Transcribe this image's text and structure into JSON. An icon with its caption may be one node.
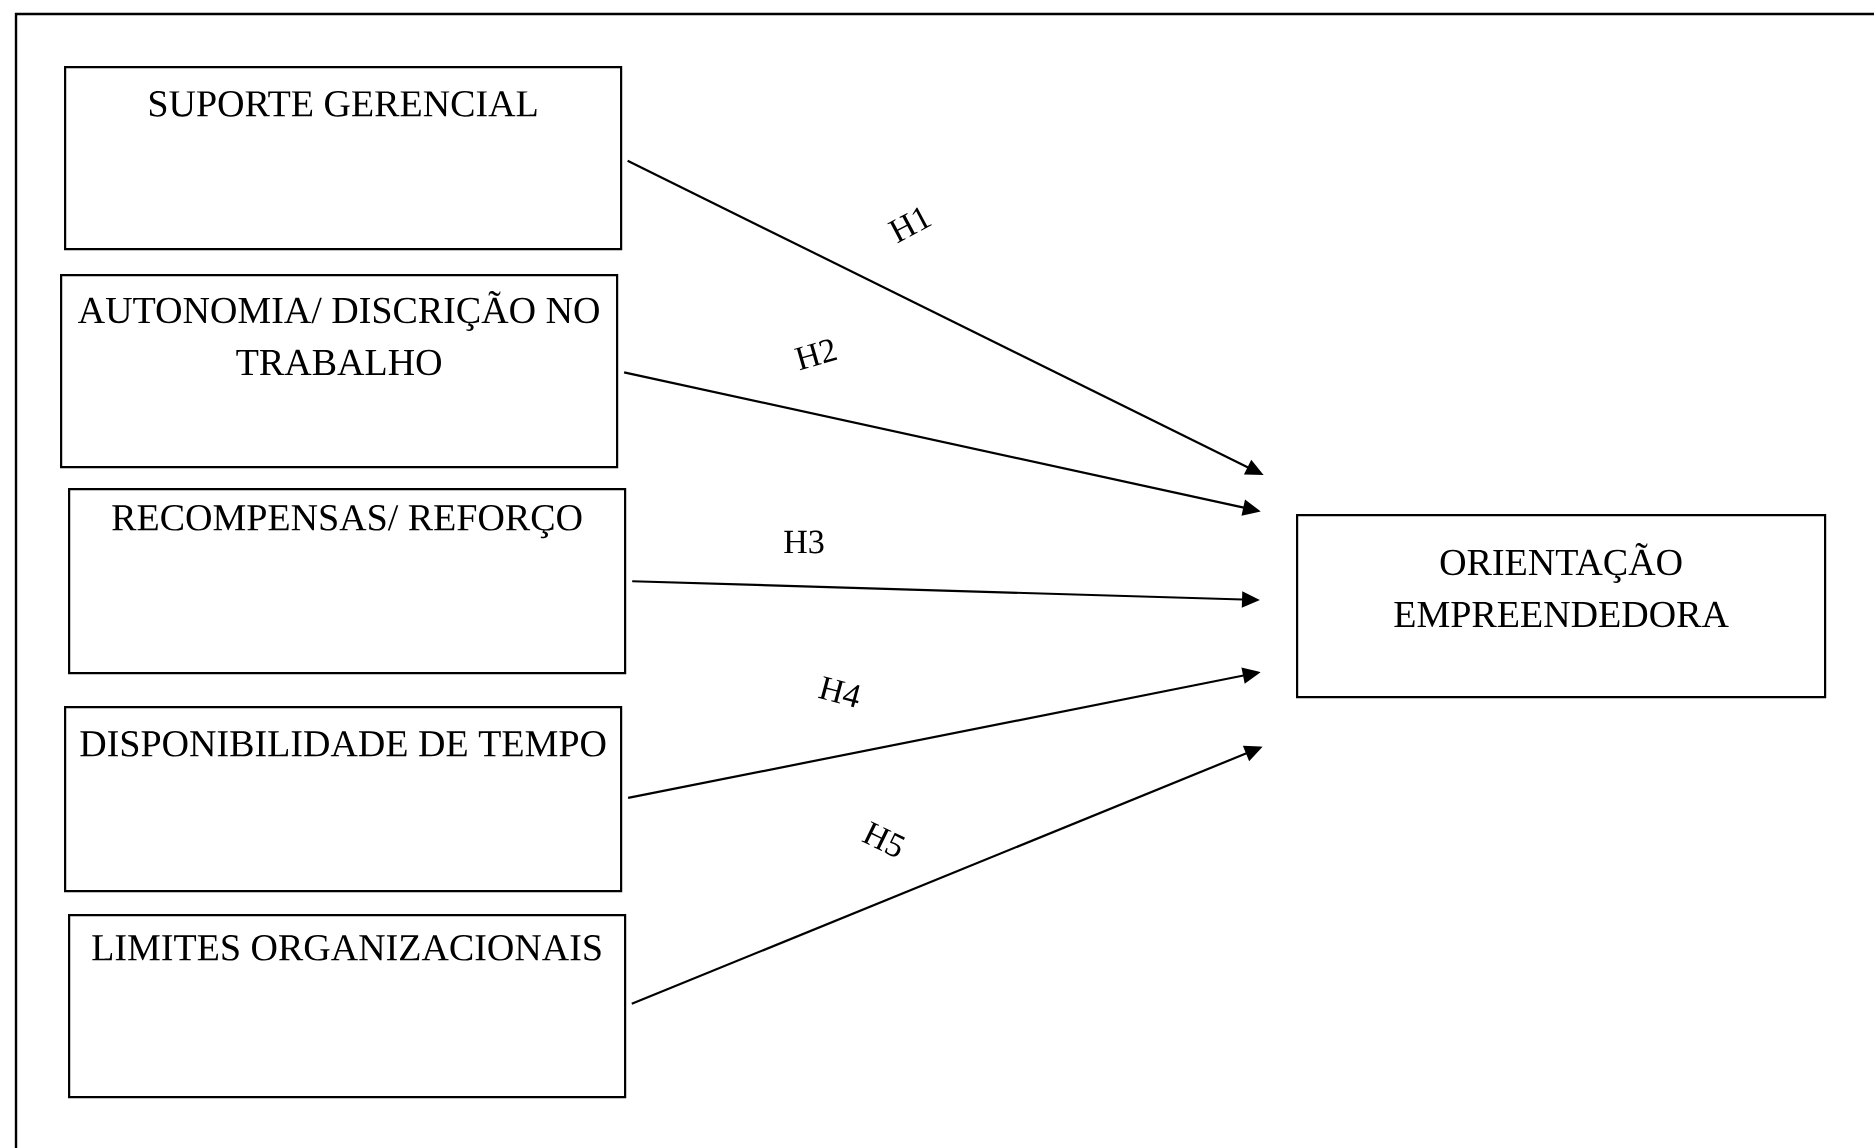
{
  "diagram": {
    "nodes": [
      {
        "text": [
          "SUPORTE GERENCIAL"
        ]
      },
      {
        "text": [
          "AUTONOMIA/ DISCRIÇÃO NO TRABALHO"
        ]
      },
      {
        "text": [
          "RECOMPENSAS/ REFORÇO"
        ]
      },
      {
        "text": [
          "DISPONIBILIDADE DE TEMPO"
        ]
      },
      {
        "text": [
          "LIMITES ORGANIZACIONAIS"
        ]
      },
      {
        "text": [
          "ORIENTAÇÃO EMPREENDEDORA"
        ]
      }
    ],
    "edges": [
      {
        "from": 0,
        "to": 5,
        "arrow": "to",
        "label": "H1"
      },
      {
        "from": 1,
        "to": 5,
        "arrow": "to",
        "label": "H2"
      },
      {
        "from": 2,
        "to": 5,
        "arrow": "to",
        "label": "H3"
      },
      {
        "from": 3,
        "to": 5,
        "arrow": "to",
        "label": "H4"
      },
      {
        "from": 4,
        "to": 5,
        "arrow": "to",
        "label": "H5"
      }
    ]
  }
}
